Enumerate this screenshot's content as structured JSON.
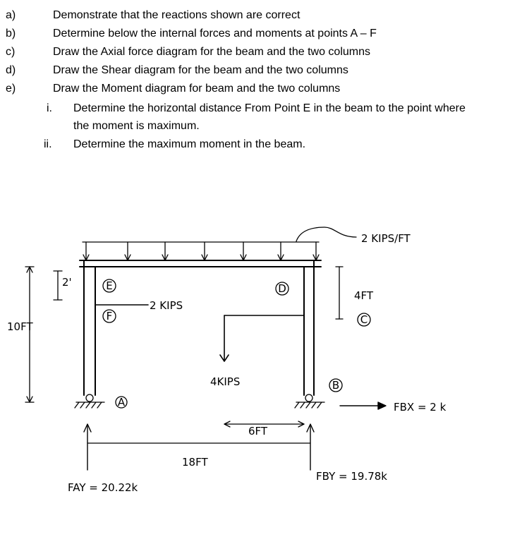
{
  "questions": [
    {
      "label": "a)",
      "text": "Demonstrate that the reactions shown are correct"
    },
    {
      "label": "b)",
      "text": "Determine below the internal forces and moments at points A – F"
    },
    {
      "label": "c)",
      "text": "Draw the Axial force diagram for the beam and the two columns"
    },
    {
      "label": "d)",
      "text": "Draw the Shear diagram for the beam and the two columns"
    },
    {
      "label": "e)",
      "text": "Draw the Moment diagram for beam and the two columns"
    }
  ],
  "subquestions": [
    {
      "label": "i.",
      "text": "Determine the horizontal distance From Point E in the beam to the point where",
      "text_cont": "the moment is maximum."
    },
    {
      "label": "ii.",
      "text": "Determine the maximum moment in the beam."
    }
  ],
  "diagram": {
    "distributed_load": "2 KIPS/FT",
    "dim_2ft": "2'",
    "dim_10ft": "10FT",
    "dim_4ft": "4FT",
    "dim_6ft": "6FT",
    "dim_18ft": "18FT",
    "load_2kips": "2 KIPS",
    "load_4kips": "4KIPS",
    "point_a": "A",
    "point_b": "B",
    "point_c": "C",
    "point_d": "D",
    "point_e": "E",
    "point_f": "F",
    "reaction_ay": "FAY = 20.22k",
    "reaction_by": "FBY = 19.78k",
    "reaction_bx": "FBX = 2 k"
  }
}
